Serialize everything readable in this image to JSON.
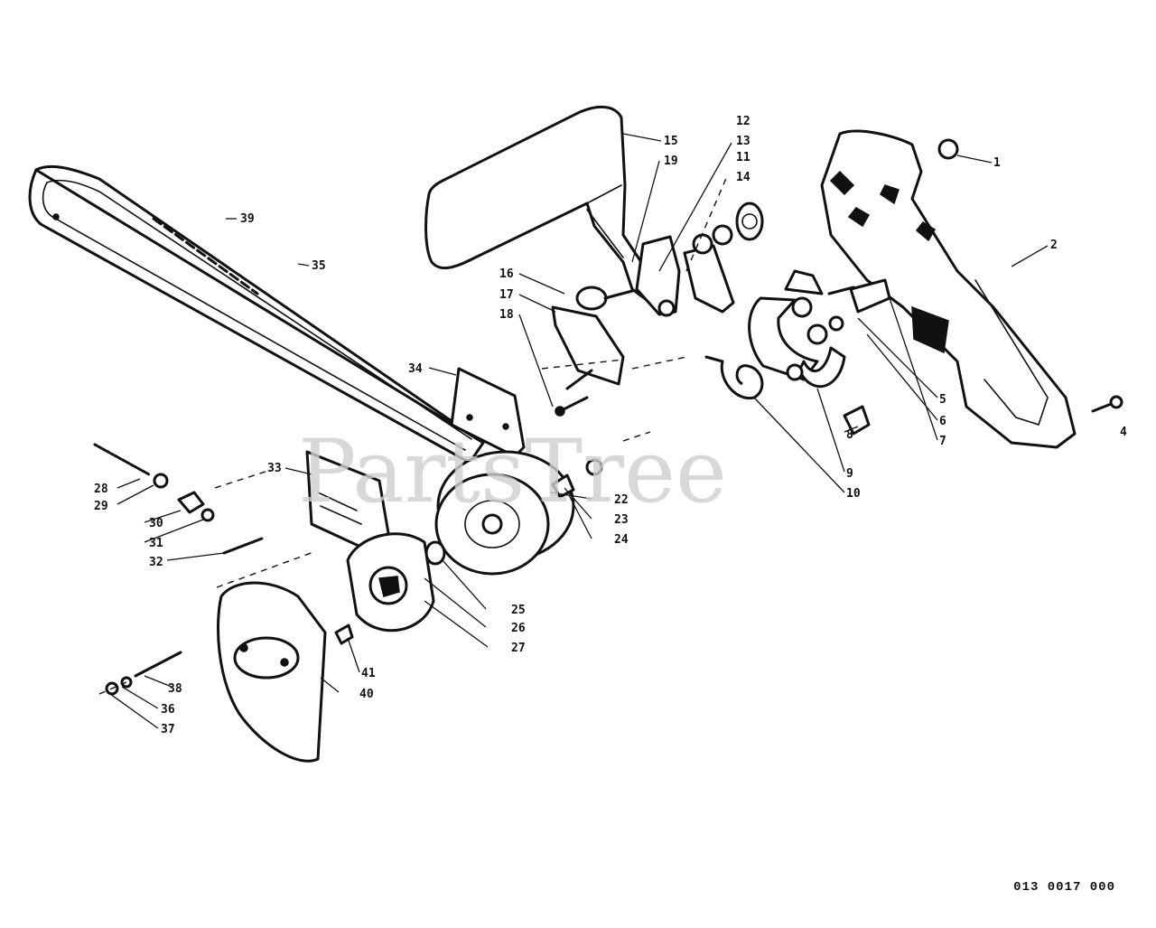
{
  "watermark": "PartsTree",
  "diagram_code": "013 0017 000",
  "callouts": [
    {
      "id": "c1",
      "label": "1"
    },
    {
      "id": "c2",
      "label": "2"
    },
    {
      "id": "c4",
      "label": "4"
    },
    {
      "id": "c5",
      "label": "5"
    },
    {
      "id": "c6",
      "label": "6"
    },
    {
      "id": "c7",
      "label": "7"
    },
    {
      "id": "c8",
      "label": "8"
    },
    {
      "id": "c9",
      "label": "9"
    },
    {
      "id": "c10",
      "label": "10"
    },
    {
      "id": "c11",
      "label": "11"
    },
    {
      "id": "c12",
      "label": "12"
    },
    {
      "id": "c13",
      "label": "13"
    },
    {
      "id": "c14",
      "label": "14"
    },
    {
      "id": "c15",
      "label": "15"
    },
    {
      "id": "c16",
      "label": "16"
    },
    {
      "id": "c17",
      "label": "17"
    },
    {
      "id": "c18",
      "label": "18"
    },
    {
      "id": "c19",
      "label": "19"
    },
    {
      "id": "c22",
      "label": "22"
    },
    {
      "id": "c23",
      "label": "23"
    },
    {
      "id": "c24",
      "label": "24"
    },
    {
      "id": "c25",
      "label": "25"
    },
    {
      "id": "c26",
      "label": "26"
    },
    {
      "id": "c27",
      "label": "27"
    },
    {
      "id": "c28",
      "label": "28"
    },
    {
      "id": "c29",
      "label": "29"
    },
    {
      "id": "c30",
      "label": "30"
    },
    {
      "id": "c31",
      "label": "31"
    },
    {
      "id": "c32",
      "label": "32"
    },
    {
      "id": "c33",
      "label": "33"
    },
    {
      "id": "c34",
      "label": "34"
    },
    {
      "id": "c35",
      "label": "35"
    },
    {
      "id": "c36",
      "label": "36"
    },
    {
      "id": "c37",
      "label": "37"
    },
    {
      "id": "c38",
      "label": "38"
    },
    {
      "id": "c39",
      "label": "39"
    },
    {
      "id": "c40",
      "label": "40"
    },
    {
      "id": "c41",
      "label": "41"
    }
  ]
}
